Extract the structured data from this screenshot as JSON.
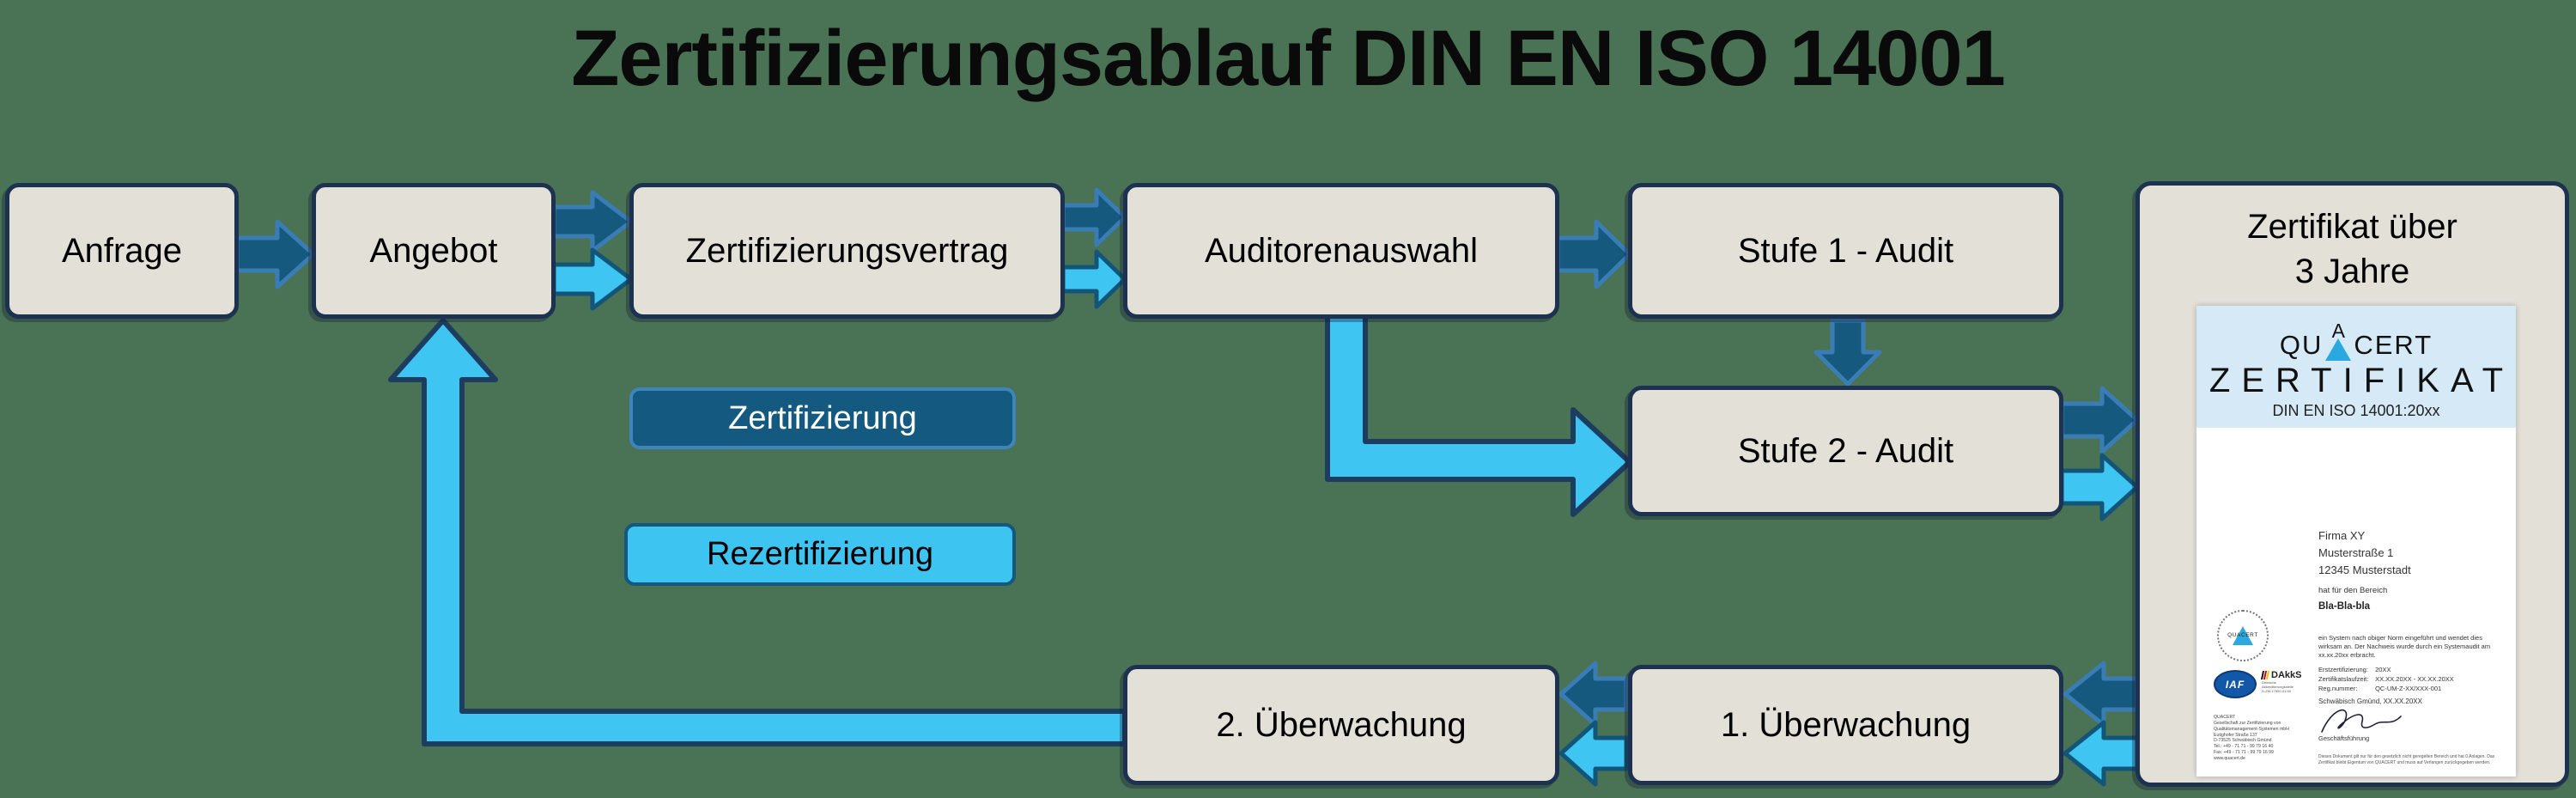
{
  "title": "Zertifizierungsablauf DIN EN ISO 14001",
  "flow_boxes": {
    "anfrage": "Anfrage",
    "angebot": "Angebot",
    "vertrag": "Zertifizierungsvertrag",
    "auditoren": "Auditorenauswahl",
    "stufe1": "Stufe 1 - Audit",
    "stufe2": "Stufe 2 - Audit",
    "ueberwachung1": "1. Überwachung",
    "ueberwachung2": "2. Überwachung"
  },
  "legend": {
    "certification": "Zertifizierung",
    "recertification": "Rezertifizierung"
  },
  "certificate_panel": {
    "title_line1": "Zertifikat über",
    "title_line2": "3 Jahre",
    "document": {
      "logo_qu": "QU",
      "logo_a": "A",
      "logo_cert": "CERT",
      "heading": "ZERTIFIKAT",
      "norm": "DIN EN ISO 14001:20xx",
      "company_lines": [
        "Firma XY",
        "Musterstraße 1",
        "12345 Musterstadt"
      ],
      "scope_label": "hat für den Bereich",
      "scope_value": "Bla-Bla-bla",
      "statement": "ein System nach obiger Norm eingeführt und wendet dies wirksam an. Der Nachweis wurde durch ein Systemaudit am xx.xx.20xx erbracht.",
      "fields": [
        {
          "label": "Erstzertifizierung:",
          "value": "20XX"
        },
        {
          "label": "Zertifikatslaufzeit:",
          "value": "XX.XX.20XX - XX.XX.20XX"
        },
        {
          "label": "Reg.nummer:",
          "value": "QC-UM-Z-XX/XXX-001"
        }
      ],
      "stamp_label": "QUACERT",
      "iaf_label": "IAF",
      "dakks_label": "DAkkS",
      "dakks_sub_lines": [
        "Deutsche",
        "Akkreditierungsstelle",
        "D-ZM-17500-01-00"
      ],
      "place_date": "Schwäbisch Gmünd, XX.XX.20XX",
      "signature_label": "Geschäftsführung",
      "issuer_lines": [
        "QUACERT",
        "Gesellschaft zur Zertifizierung von",
        "Qualitätsmanagement-Systemen mbH",
        "Eutighofer Straße 137",
        "D-73525 Schwäbisch Gmünd",
        "Tel.: +49 - 71 71 - 99 79 16 40",
        "Fax: +49 - 71 71 - 99 79 16 99",
        "www.quacert.de"
      ],
      "legal": "Dieses Dokument gilt nur für den gesetzlich nicht geregelten Bereich und hat 0 Anlagen. Das Zertifikat bleibt Eigentum von QUACERT und muss auf Verlangen zurückgegeben werden."
    }
  },
  "colors": {
    "background": "#4A7254",
    "box_fill": "#E3E0D8",
    "box_border": "#1D3150",
    "dark_arrow_fill": "#15597F",
    "dark_arrow_stroke": "#3A7CB4",
    "light_arrow_fill": "#3EC5F1",
    "light_arrow_stroke": "#135578",
    "legend_dark_fill": "#14597F",
    "legend_light_fill": "#3EC4F0",
    "cert_band": "#D5E9F7",
    "logo_triangle": "#2AA9DE"
  }
}
